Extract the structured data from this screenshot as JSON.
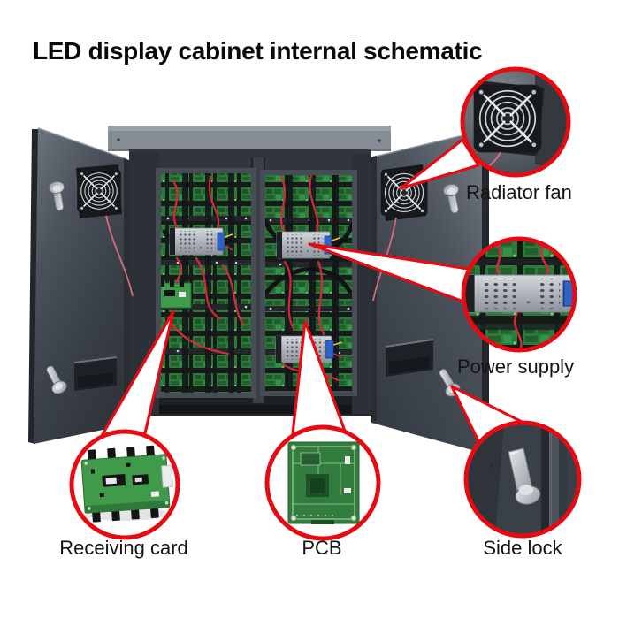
{
  "title": "LED display cabinet internal schematic",
  "callouts": [
    {
      "id": "radiator-fan",
      "label": "Radiator fan"
    },
    {
      "id": "power-supply",
      "label": "Power supply"
    },
    {
      "id": "receiving-card",
      "label": "Receiving card"
    },
    {
      "id": "pcb",
      "label": "PCB"
    },
    {
      "id": "side-lock",
      "label": "Side lock"
    }
  ],
  "colors": {
    "accent_red": "#e60b12",
    "cabinet_gray": "#3c424a",
    "pcb_green": "#35853f",
    "metal_silver": "#b9bec3",
    "background": "#ffffff"
  }
}
